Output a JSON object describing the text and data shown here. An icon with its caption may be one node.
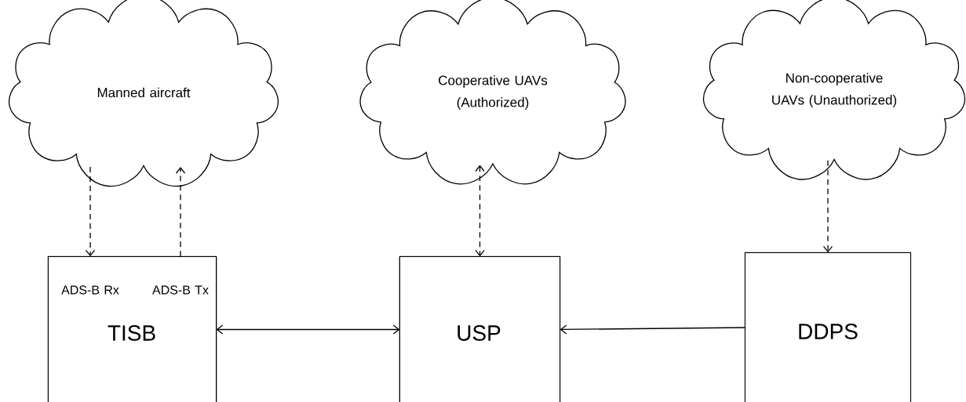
{
  "diagram": {
    "nodes": [
      {
        "text": [
          "Manned aircraft"
        ]
      },
      {
        "text": [
          "Cooperative UAVs (Authorized)"
        ]
      },
      {
        "text": [
          "Non-cooperative UAVs (Unauthorized)"
        ]
      },
      {
        "text": [
          "TISB"
        ]
      },
      {
        "text": [
          "ADS-B Rx"
        ],
        "in": 3
      },
      {
        "text": [
          "ADS-B Tx"
        ],
        "in": 3
      },
      {
        "text": [
          "USP"
        ]
      },
      {
        "text": [
          "DDPS"
        ]
      }
    ],
    "edges": [
      {
        "from": 0,
        "to": 4,
        "arrow": "to",
        "style": "dashed"
      },
      {
        "from": 5,
        "to": 0,
        "arrow": "to",
        "style": "dashed"
      },
      {
        "from": 1,
        "to": 6,
        "arrow": "both",
        "style": "dashed"
      },
      {
        "from": 2,
        "to": 7,
        "arrow": "to",
        "style": "dashed"
      },
      {
        "from": 3,
        "to": 6,
        "arrow": "both"
      },
      {
        "from": 7,
        "to": 6,
        "arrow": "to"
      }
    ]
  }
}
